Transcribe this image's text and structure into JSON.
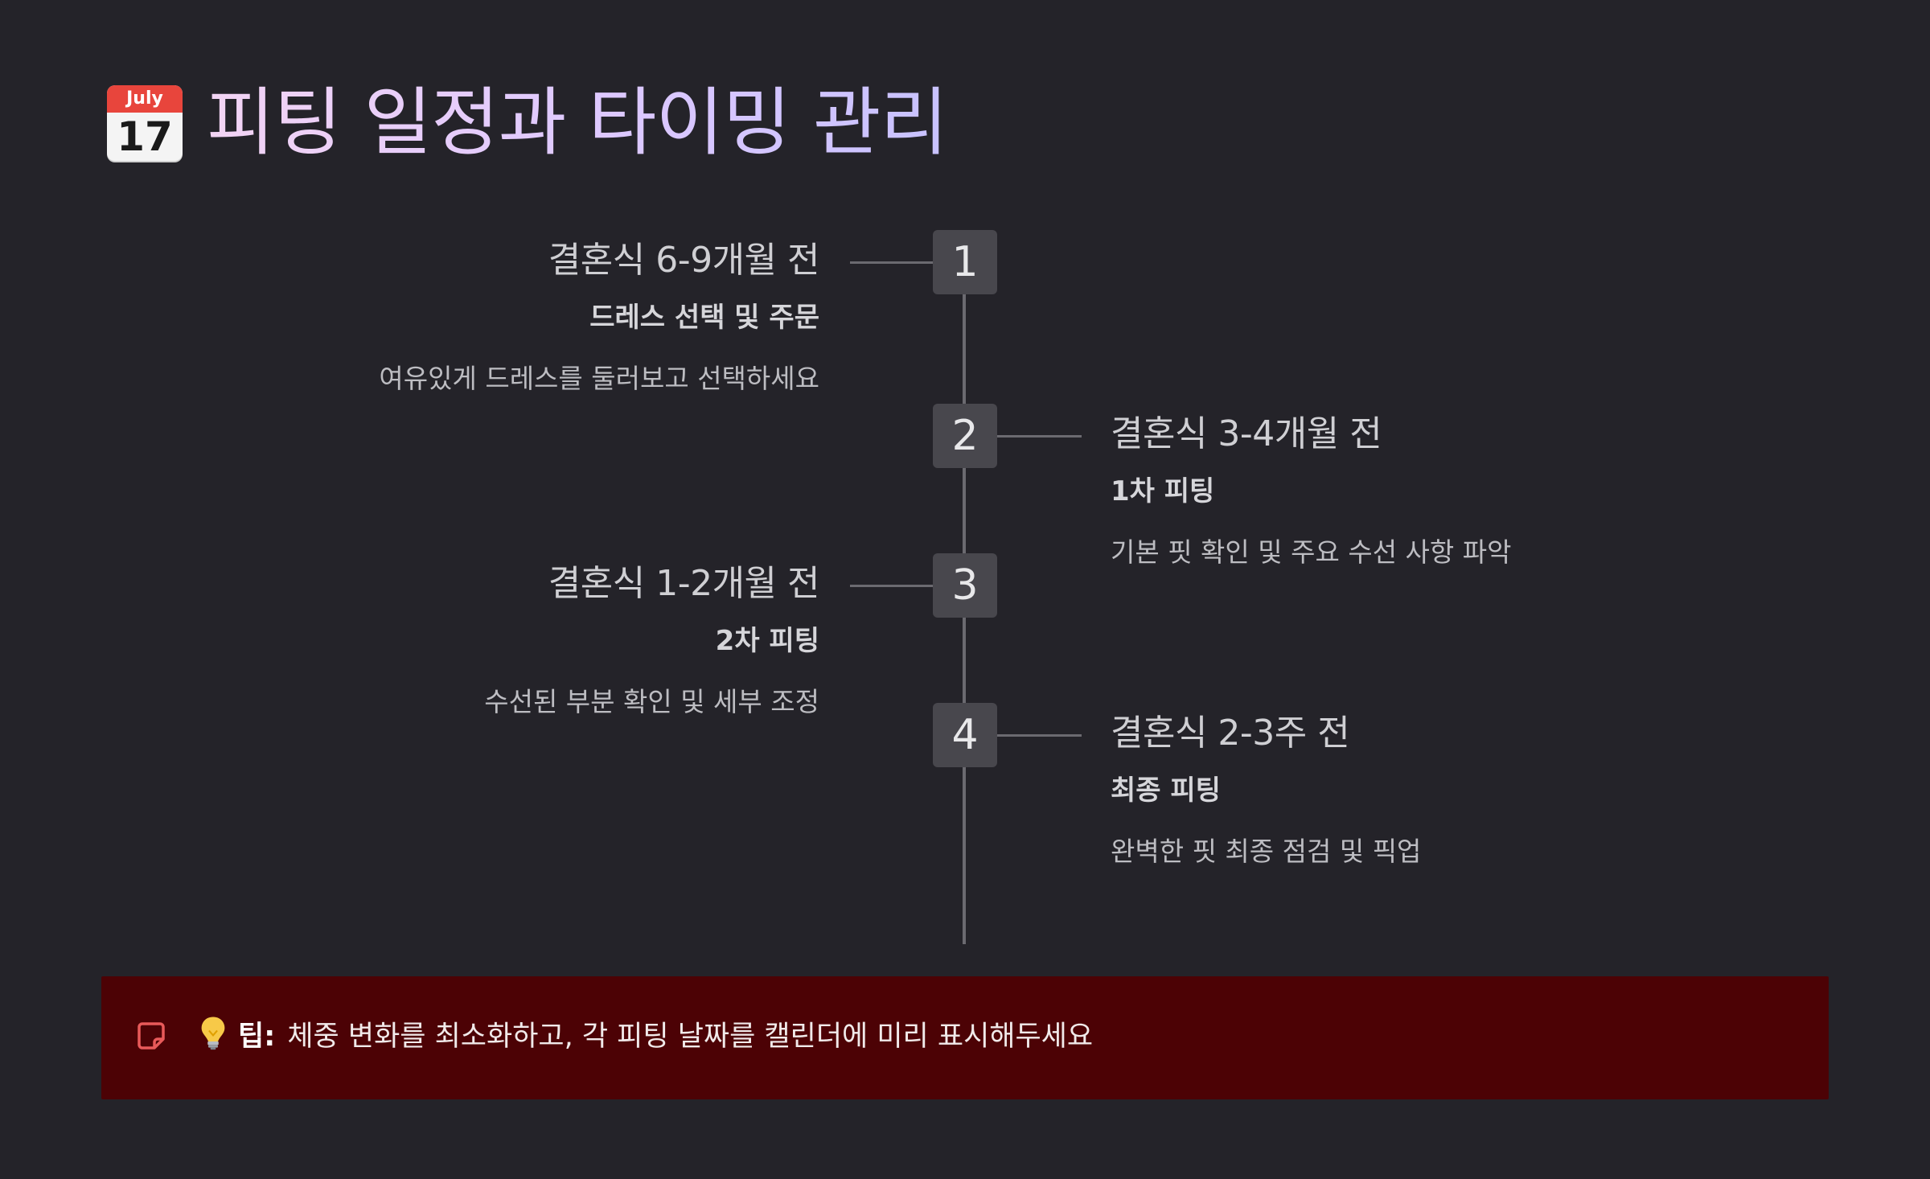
{
  "header": {
    "calendar_icon": {
      "name": "calendar-icon",
      "month": "July",
      "day": "17"
    },
    "title": "피팅 일정과 타이밍 관리"
  },
  "timeline": {
    "steps": [
      {
        "number": "1",
        "when": "결혼식 6-9개월 전",
        "what": "드레스 선택 및 주문",
        "desc": "여유있게 드레스를 둘러보고 선택하세요"
      },
      {
        "number": "2",
        "when": "결혼식 3-4개월 전",
        "what": "1차 피팅",
        "desc": "기본 핏 확인 및 주요 수선 사항 파악"
      },
      {
        "number": "3",
        "when": "결혼식 1-2개월 전",
        "what": "2차 피팅",
        "desc": "수선된 부분 확인 및 세부 조정"
      },
      {
        "number": "4",
        "when": "결혼식 2-3주 전",
        "what": "최종 피팅",
        "desc": "완벽한 핏 최종 점검 및 픽업"
      }
    ]
  },
  "tip": {
    "note_icon": "note-icon",
    "bulb_icon": "lightbulb-icon",
    "label": "팁:",
    "text": "체중 변화를 최소화하고, 각 피팅 날짜를 캘린더에 미리 표시해두세요"
  },
  "colors": {
    "background": "#242329",
    "step_box": "#48474d",
    "line": "#6b6a70",
    "tip_background": "#4c0205",
    "note_icon": "#e85a5a",
    "title_gradient_start": "#f3d4f4",
    "title_gradient_end": "#c8c2ff"
  }
}
